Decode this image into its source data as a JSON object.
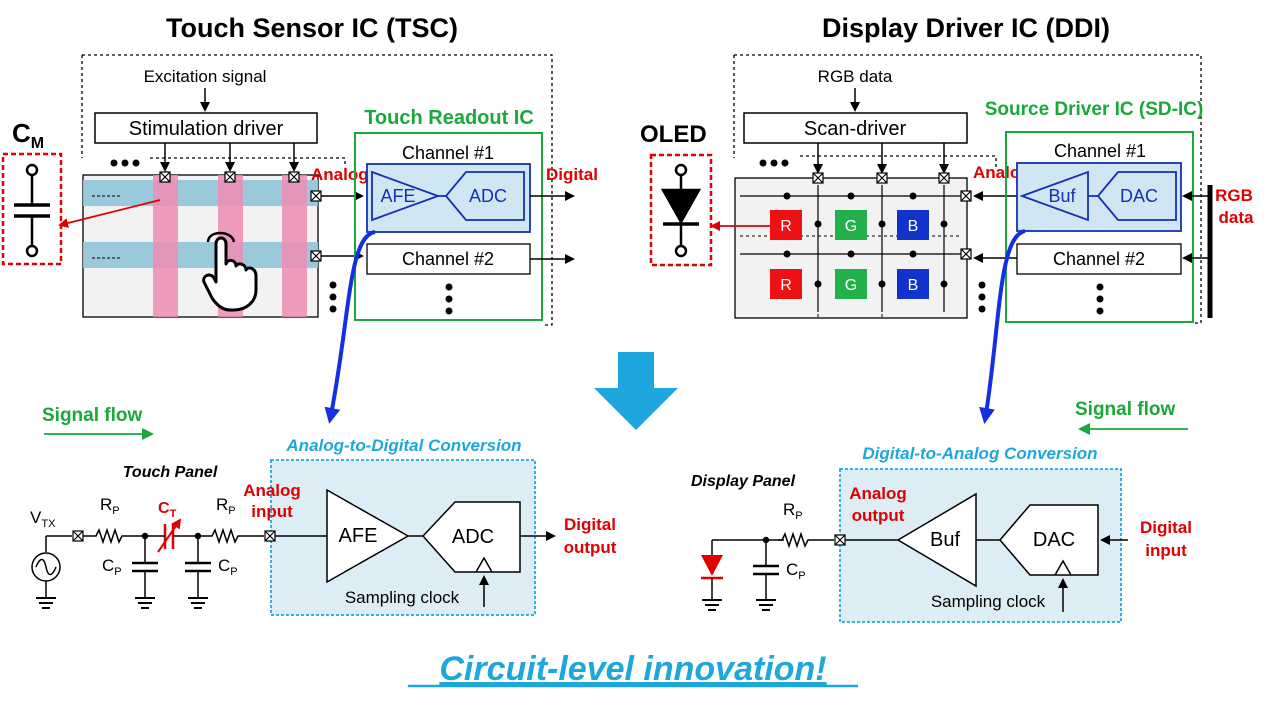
{
  "tsc": {
    "title": "Touch Sensor IC (TSC)",
    "excitation": "Excitation signal",
    "stim_driver": "Stimulation driver",
    "readout_title": "Touch Readout IC",
    "channel1": "Channel #1",
    "channel2": "Channel #2",
    "afe": "AFE",
    "adc": "ADC",
    "analog_v": "Analog V",
    "digital": "Digital",
    "cm_main": "C",
    "cm_sub": "M"
  },
  "ddi": {
    "title": "Display Driver IC (DDI)",
    "rgb_data": "RGB data",
    "scan_driver": "Scan-driver",
    "sd_title": "Source Driver IC (SD-IC)",
    "channel1": "Channel #1",
    "channel2": "Channel #2",
    "buf": "Buf",
    "dac": "DAC",
    "analog_v": "Analog V",
    "rgb_in_line1": "RGB",
    "rgb_in_line2": "data",
    "oled": "OLED",
    "pixels": [
      "R",
      "G",
      "B",
      "R",
      "G",
      "B"
    ]
  },
  "bottom_left": {
    "signal_flow": "Signal flow",
    "conv_title": "Analog-to-Digital Conversion",
    "panel_title": "Touch Panel",
    "vtx_main": "V",
    "vtx_sub": "TX",
    "rp_main": "R",
    "rp_sub": "P",
    "cp_main": "C",
    "cp_sub": "P",
    "ct_main": "C",
    "ct_sub": "T",
    "analog_input_1": "Analog",
    "analog_input_2": "input",
    "afe": "AFE",
    "adc": "ADC",
    "digital_output_1": "Digital",
    "digital_output_2": "output",
    "sampling_clock": "Sampling clock"
  },
  "bottom_right": {
    "signal_flow": "Signal flow",
    "conv_title": "Digital-to-Analog Conversion",
    "panel_title": "Display Panel",
    "rp_main": "R",
    "rp_sub": "P",
    "cp_main": "C",
    "cp_sub": "P",
    "analog_output_1": "Analog",
    "analog_output_2": "output",
    "buf": "Buf",
    "dac": "DAC",
    "digital_input_1": "Digital",
    "digital_input_2": "input",
    "sampling_clock": "Sampling clock"
  },
  "banner": "Circuit-level innovation!",
  "colors": {
    "red": "#e00000",
    "green": "#1aa83a",
    "blue": "#1430b4",
    "cyan": "#1ea7dc",
    "touch_row": "#8fc4d8",
    "touch_col": "#f08cb4",
    "pixel_r": "#ee1111",
    "pixel_g": "#22b04a",
    "pixel_b": "#1133cc"
  }
}
